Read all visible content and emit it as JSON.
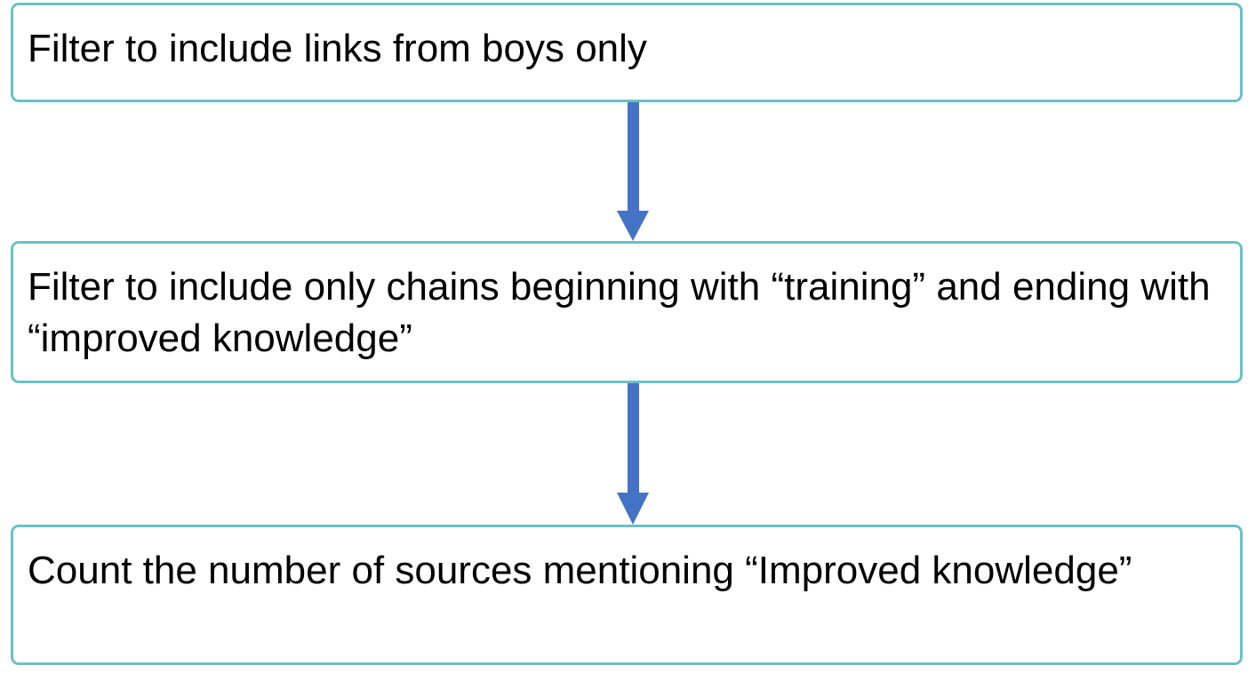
{
  "steps": [
    {
      "text": "Filter to include links from boys only"
    },
    {
      "text": "Filter to include only chains beginning with “training” and ending with “improved knowledge”"
    },
    {
      "text": "Count the number of sources mentioning “Improved knowledge”"
    }
  ],
  "colors": {
    "box_border": "#6cc0c4",
    "arrow": "#4472c4",
    "text": "#000000"
  }
}
